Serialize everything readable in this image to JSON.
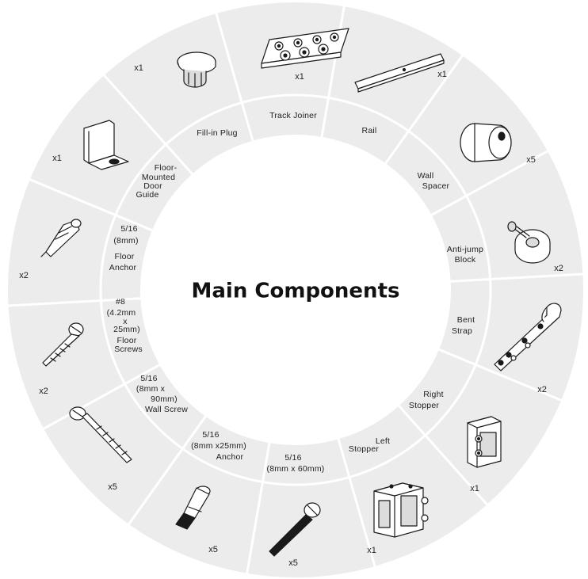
{
  "title": "Main Components",
  "components": [
    {
      "id": "track-joiner",
      "label": [
        "Track Joiner"
      ],
      "qty": "x1",
      "icon": "track-joiner-icon"
    },
    {
      "id": "rail",
      "label": [
        "Rail"
      ],
      "qty": "x1",
      "icon": "rail-icon"
    },
    {
      "id": "wall-spacer",
      "label": [
        "Wall",
        "Spacer"
      ],
      "qty": "x5",
      "icon": "wall-spacer-icon"
    },
    {
      "id": "anti-jump-block",
      "label": [
        "Anti-jump",
        "Block"
      ],
      "qty": "x2",
      "icon": "anti-jump-block-icon"
    },
    {
      "id": "bent-strap",
      "label": [
        "Bent",
        "Strap"
      ],
      "qty": "x2",
      "icon": "bent-strap-icon"
    },
    {
      "id": "right-stopper",
      "label": [
        "Right",
        "Stopper"
      ],
      "qty": "x1",
      "icon": "right-stopper-icon"
    },
    {
      "id": "left-stopper",
      "label": [
        "Left",
        "Stopper"
      ],
      "qty": "x1",
      "icon": "left-stopper-icon"
    },
    {
      "id": "bolt",
      "label": [
        "5/16",
        "(8mm  x 60mm)"
      ],
      "qty": "x5",
      "icon": "bolt-icon"
    },
    {
      "id": "anchor",
      "label": [
        "5/16",
        "(8mm x25mm)",
        "Anchor"
      ],
      "qty": "x5",
      "icon": "anchor-icon"
    },
    {
      "id": "wall-screw",
      "label": [
        "5/16",
        "(8mm  x",
        "90mm)",
        "Wall Screw"
      ],
      "qty": "x5",
      "icon": "wall-screw-icon"
    },
    {
      "id": "floor-screws",
      "label": [
        "#8",
        "(4.2mm",
        "x",
        "25mm)",
        "Floor",
        "Screws"
      ],
      "qty": "x2",
      "icon": "floor-screw-icon"
    },
    {
      "id": "floor-anchor",
      "label": [
        "5/16",
        "(8mm)",
        "Floor",
        "Anchor"
      ],
      "qty": "x2",
      "icon": "floor-anchor-icon"
    },
    {
      "id": "floor-door-guide",
      "label": [
        "Floor-",
        "Mounted",
        "Door",
        "Guide"
      ],
      "qty": "x1",
      "icon": "floor-door-guide-icon"
    },
    {
      "id": "fill-in-plug",
      "label": [
        "Fill-in Plug"
      ],
      "qty": "x1",
      "icon": "fill-in-plug-icon"
    }
  ]
}
